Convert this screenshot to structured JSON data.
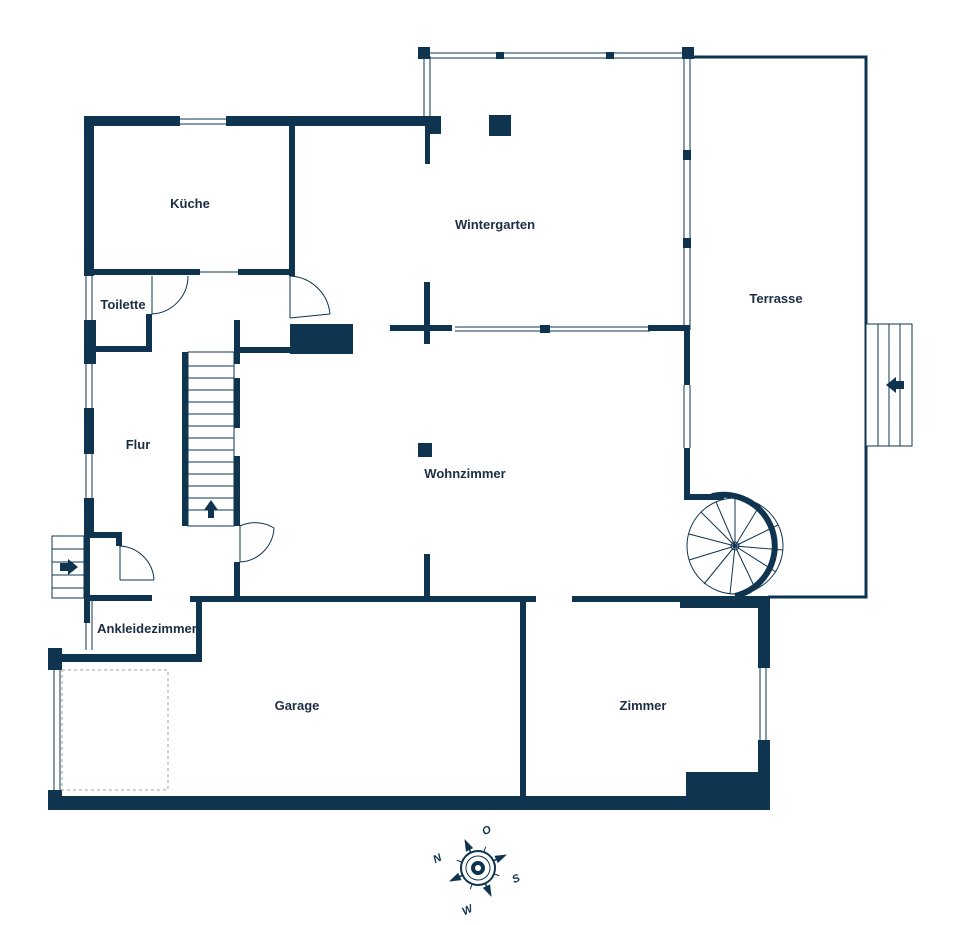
{
  "floorplan": {
    "wall_color": "#0f3450",
    "rooms": {
      "kueche": "Küche",
      "toilette": "Toilette",
      "flur": "Flur",
      "wintergarten": "Wintergarten",
      "terrasse": "Terrasse",
      "wohnzimmer": "Wohnzimmer",
      "ankleidezimmer": "Ankleidezimmer",
      "garage": "Garage",
      "zimmer": "Zimmer"
    },
    "compass": {
      "north": "N",
      "east": "O",
      "south": "S",
      "west": "W"
    },
    "icons": [
      "entrance-arrow-icon",
      "stair-direction-arrow-icon",
      "compass-rose-icon"
    ]
  }
}
